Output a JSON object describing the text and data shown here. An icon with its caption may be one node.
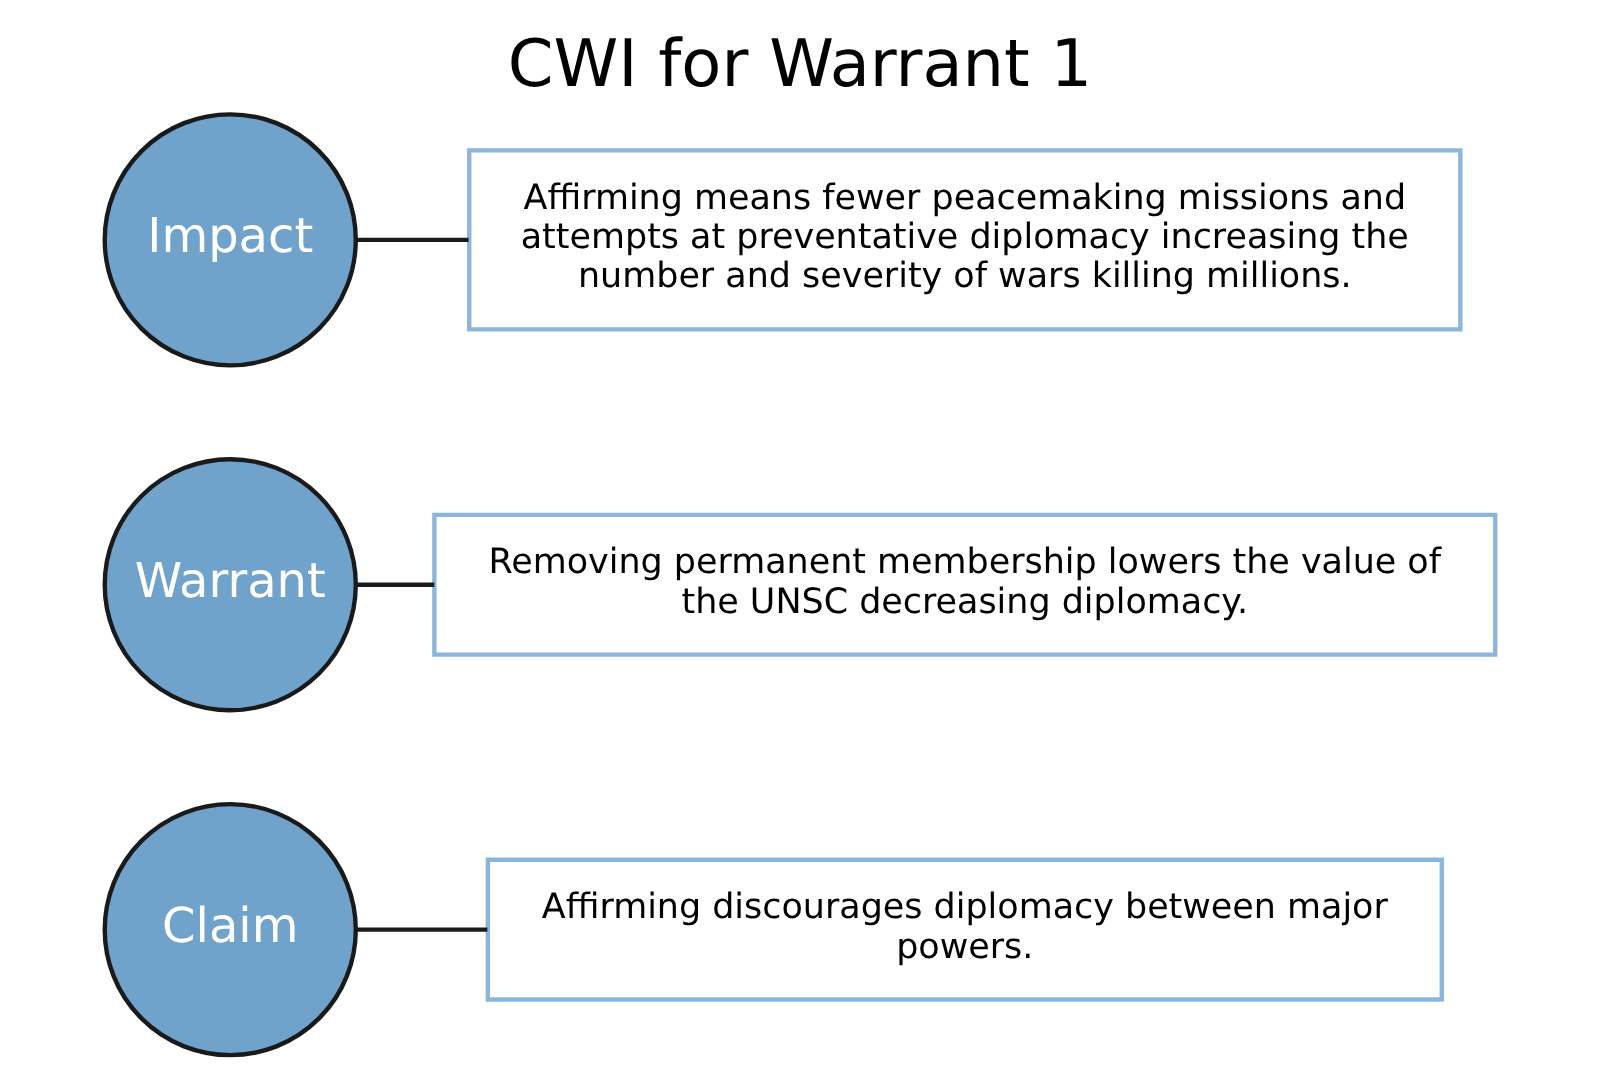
{
  "diagram": {
    "title": "CWI for Warrant 1",
    "nodes": [
      {
        "text": [
          "Claim"
        ]
      },
      {
        "text": [
          "Affirming discourages diplomacy between major powers."
        ]
      },
      {
        "text": [
          "Warrant"
        ]
      },
      {
        "text": [
          "Removing permanent membership lowers the value of the UNSC decreasing diplomacy."
        ]
      },
      {
        "text": [
          "Impact"
        ]
      },
      {
        "text": [
          "Affirming means fewer peacemaking missions and attempts at preventative diplomacy increasing the number and severity of wars killing millions."
        ]
      }
    ],
    "edges": [
      {
        "from": 0,
        "to": 1,
        "arrow": "none"
      },
      {
        "from": 2,
        "to": 3,
        "arrow": "none"
      },
      {
        "from": 4,
        "to": 5,
        "arrow": "none"
      }
    ]
  }
}
